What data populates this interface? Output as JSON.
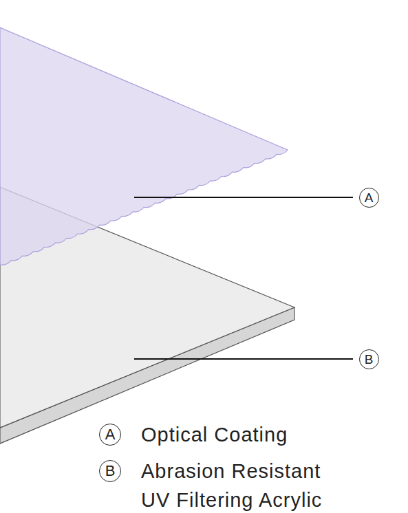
{
  "diagram": {
    "nodes": [
      {
        "text": [
          "A"
        ]
      },
      {
        "text": [
          "B"
        ]
      },
      {
        "text": [
          "A"
        ]
      },
      {
        "text": [
          "B"
        ]
      }
    ],
    "labels": [
      "Optical Coating",
      "Abrasion Resistant UV Filtering Acrylic"
    ]
  }
}
